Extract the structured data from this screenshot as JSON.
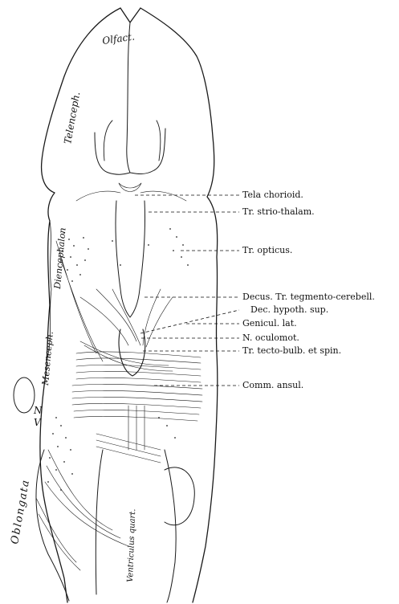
{
  "region_labels": {
    "olfact": "Olfact.",
    "telenceph": "Telenceph.",
    "diencephalon": "Diencephalon",
    "mesenceph": "Mesenceph.",
    "nv": "N",
    "v": "V",
    "oblongata": "Oblongata",
    "ventriculus": "Ventriculus quart."
  },
  "callouts": [
    "Tela chorioid.",
    "Tr. strio-thalam.",
    "Tr. opticus.",
    "Decus. Tr. tegmento-cerebell.",
    "Dec. hypoth. sup.",
    "Genicul. lat.",
    "N. oculomot.",
    "Tr. tecto-bulb. et spin.",
    "Comm. ansul."
  ]
}
